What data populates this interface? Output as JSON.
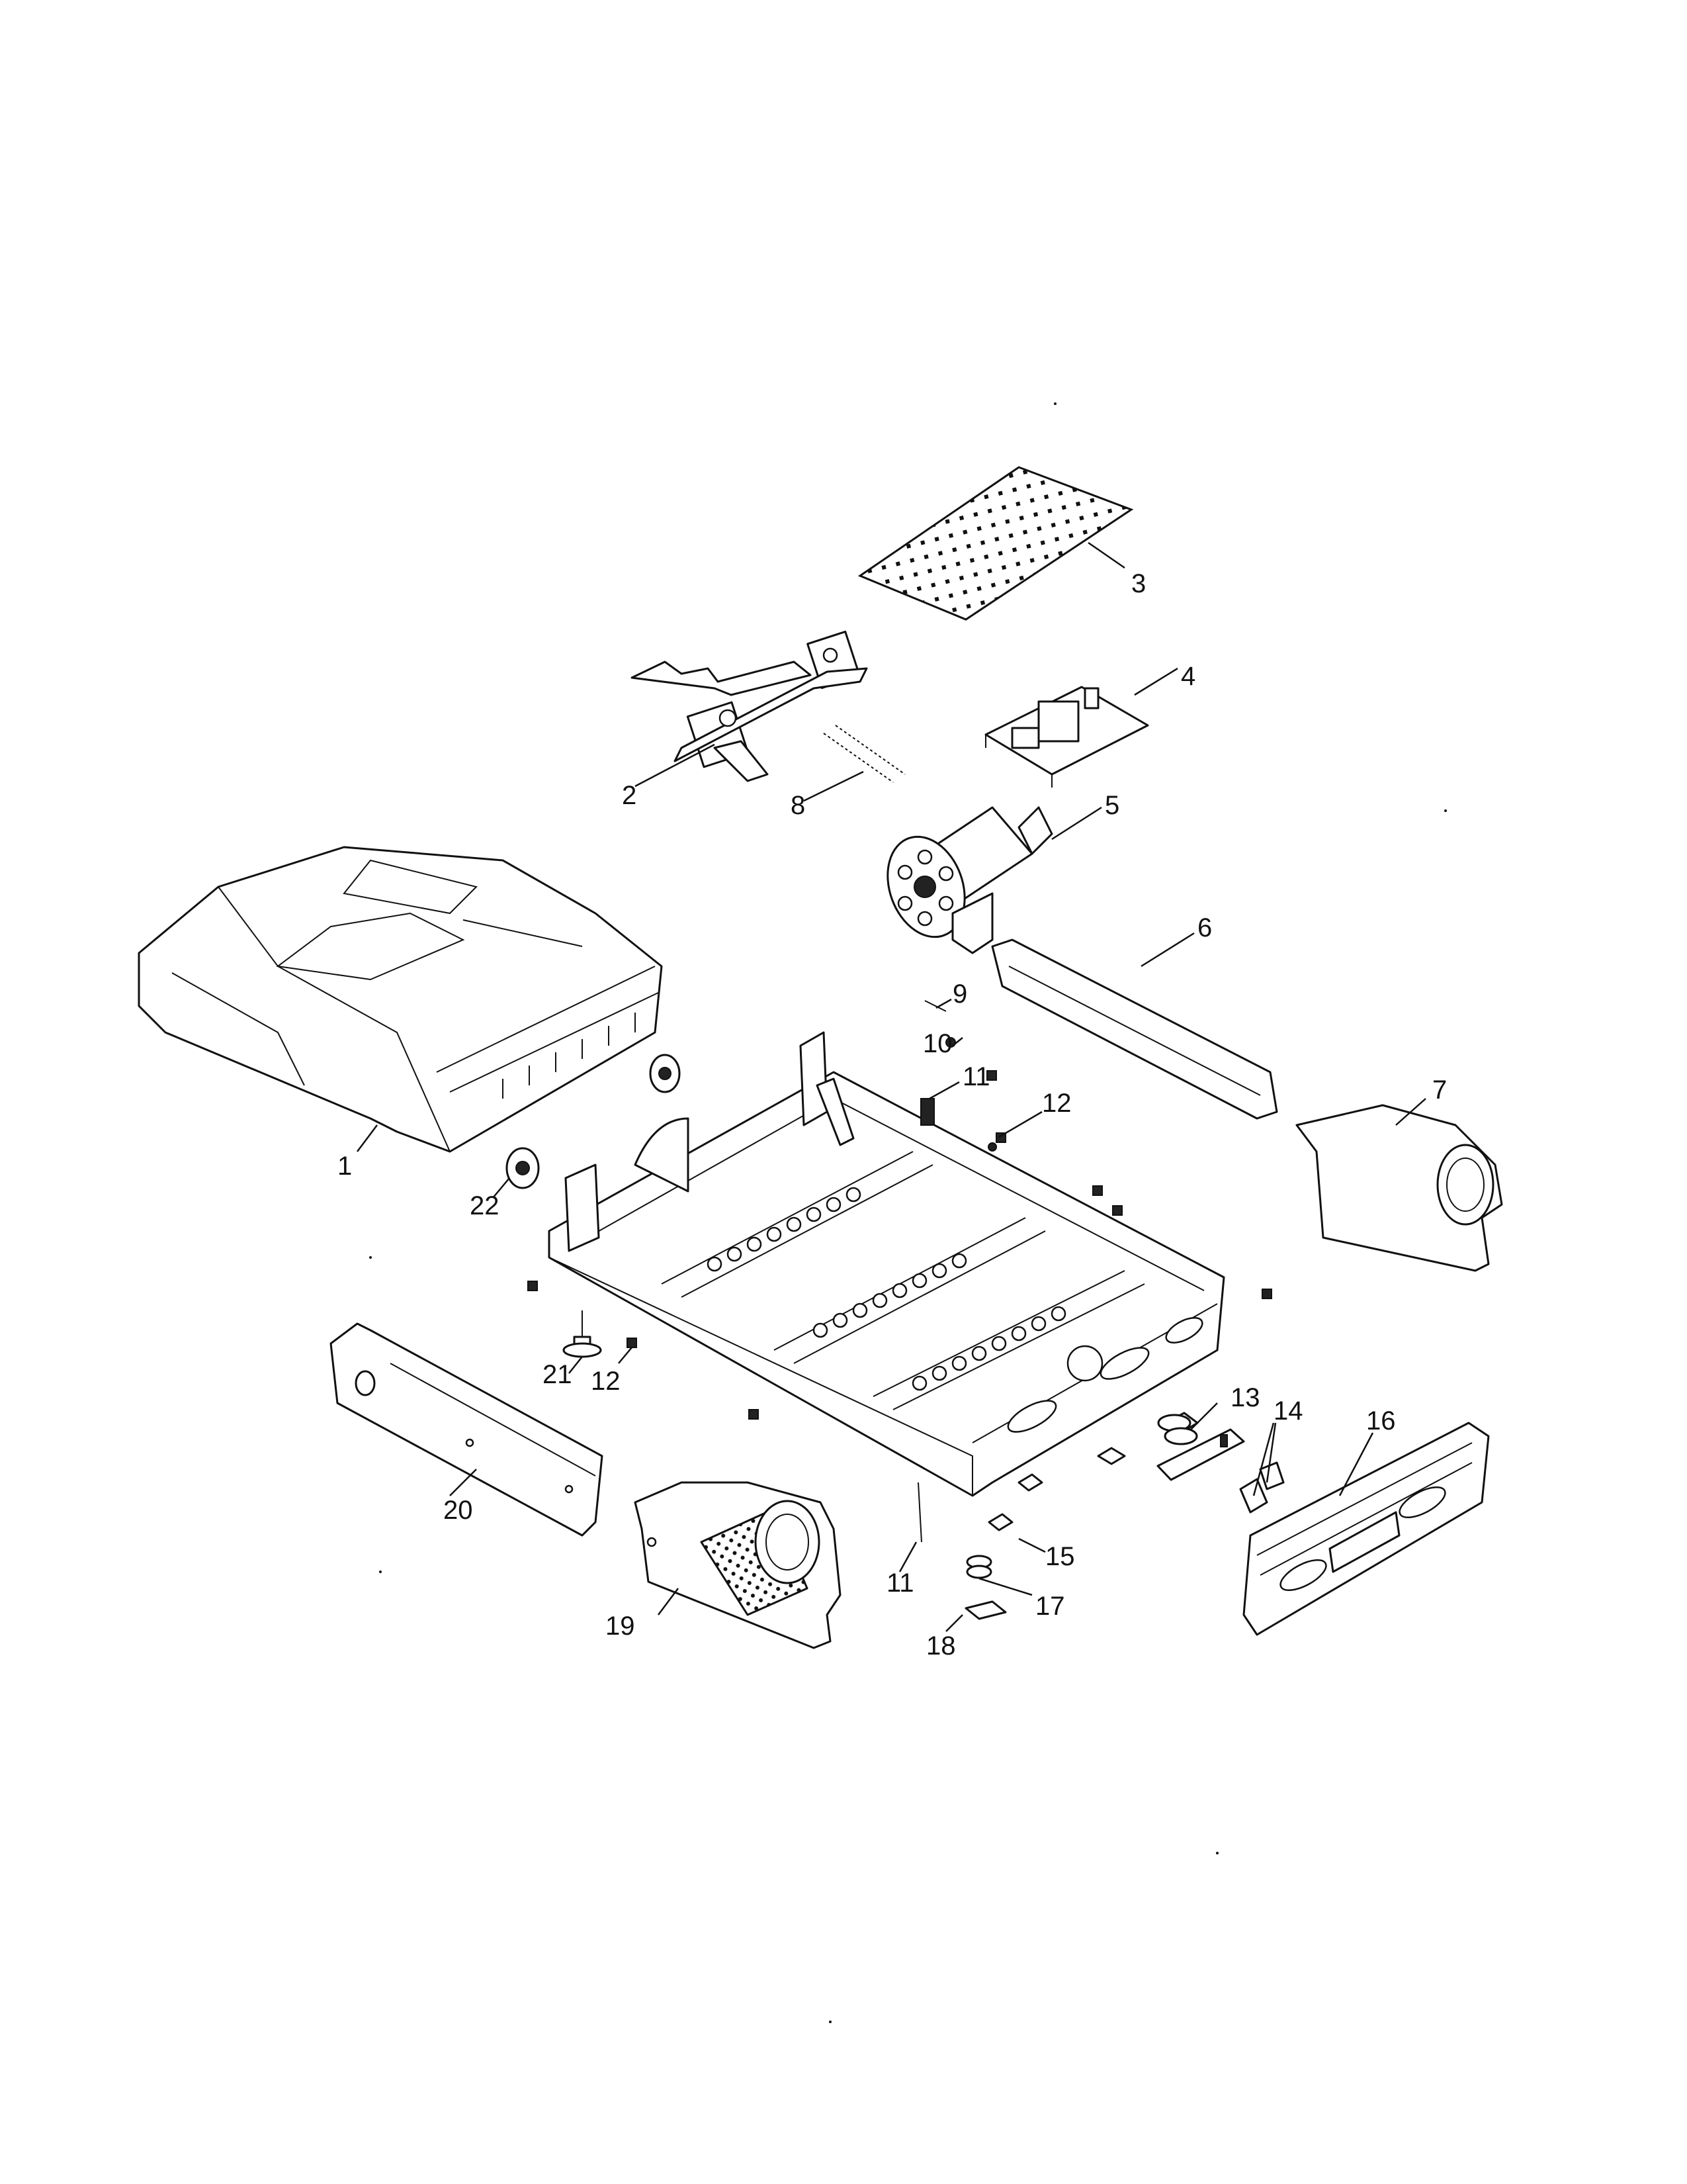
{
  "diagram": {
    "callouts": [
      {
        "id": "1",
        "label": "1"
      },
      {
        "id": "2",
        "label": "2"
      },
      {
        "id": "3",
        "label": "3"
      },
      {
        "id": "4",
        "label": "4"
      },
      {
        "id": "5",
        "label": "5"
      },
      {
        "id": "6",
        "label": "6"
      },
      {
        "id": "7",
        "label": "7"
      },
      {
        "id": "8",
        "label": "8"
      },
      {
        "id": "9",
        "label": "9"
      },
      {
        "id": "10",
        "label": "10"
      },
      {
        "id": "11a",
        "label": "11"
      },
      {
        "id": "11b",
        "label": "11"
      },
      {
        "id": "12a",
        "label": "12"
      },
      {
        "id": "12b",
        "label": "12"
      },
      {
        "id": "13",
        "label": "13"
      },
      {
        "id": "14",
        "label": "14"
      },
      {
        "id": "15",
        "label": "15"
      },
      {
        "id": "16",
        "label": "16"
      },
      {
        "id": "17",
        "label": "17"
      },
      {
        "id": "18",
        "label": "18"
      },
      {
        "id": "19",
        "label": "19"
      },
      {
        "id": "20",
        "label": "20"
      },
      {
        "id": "21",
        "label": "21"
      },
      {
        "id": "22",
        "label": "22"
      }
    ]
  }
}
